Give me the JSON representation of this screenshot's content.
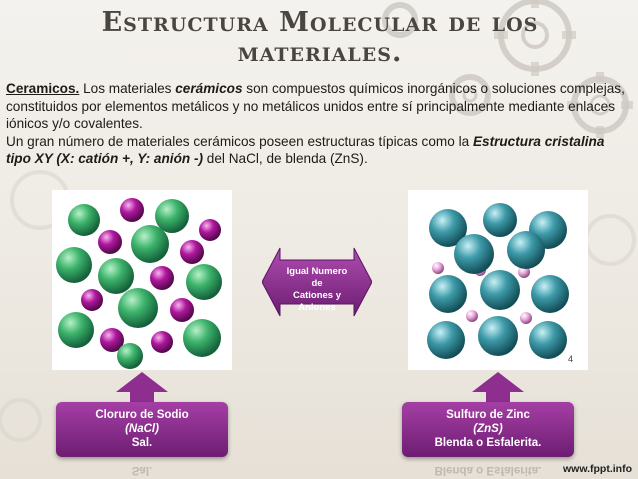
{
  "slide": {
    "title": "Estructura Molecular de los materiales.",
    "paragraph": {
      "lead": "Ceramicos.",
      "t1": " Los materiales ",
      "em1": "cerámicos",
      "t2": " son compuestos químicos inorgánicos o soluciones complejas, constituidos por elementos metálicos y no metálicos unidos entre sí principalmente mediante enlaces iónicos y/o covalentes.",
      "t3": "Un gran número de materiales cerámicos poseen estructuras típicas como la ",
      "em2": "Estructura cristalina tipo XY (X: catión +, Y: anión -)",
      "t4": " del NaCl, de blenda (ZnS)."
    },
    "middle_box": {
      "line1": "Igual Numero de",
      "line2": "Cationes y",
      "line3": "Aniones"
    },
    "left_label": {
      "line1": "Cloruro de Sodio",
      "line2": "(NaCl)",
      "line3": "Sal."
    },
    "right_label": {
      "line1": "Sulfuro de Zinc",
      "line2": "(ZnS)",
      "line3": "Blenda o Esfalerita."
    },
    "crystal_corner_label": "4",
    "footer": "www.fppt.info"
  },
  "colors": {
    "purple": "#8e2f90",
    "green_sphere": "#3cb36b",
    "magenta_sphere": "#b0179e",
    "teal_sphere": "#3d9aa8",
    "pink_sphere": "#e7a6d9"
  }
}
